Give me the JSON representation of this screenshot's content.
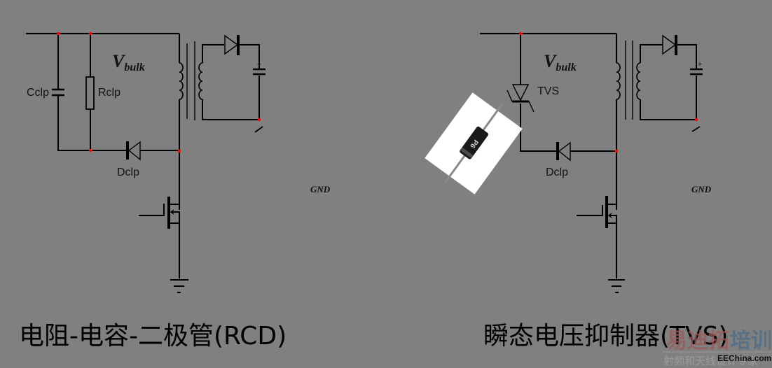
{
  "diagrams": {
    "rcd": {
      "title": "电阻-电容-二极管(RCD)",
      "labels": {
        "vbulk_main": "V",
        "vbulk_sub": "bulk",
        "capacitor": "Cclp",
        "resistor": "Rclp",
        "diode": "Dclp",
        "gnd": "GND",
        "cap_polarity": "+"
      }
    },
    "tvs": {
      "title": "瞬态电压抑制器(TVS)",
      "labels": {
        "vbulk_main": "V",
        "vbulk_sub": "bulk",
        "tvs": "TVS",
        "diode": "Dclp",
        "gnd": "GND",
        "cap_polarity": "+"
      },
      "photo": {
        "description": "axial-diode-photo",
        "marking": "P6"
      }
    }
  },
  "watermark": {
    "brand_red": "易迪拓",
    "brand_blue": "培训",
    "site": "EEChina.com",
    "slogan": "射频和天线设计专家"
  },
  "colors": {
    "background": "#808080",
    "wire": "#000000",
    "node": "#ff0000"
  }
}
